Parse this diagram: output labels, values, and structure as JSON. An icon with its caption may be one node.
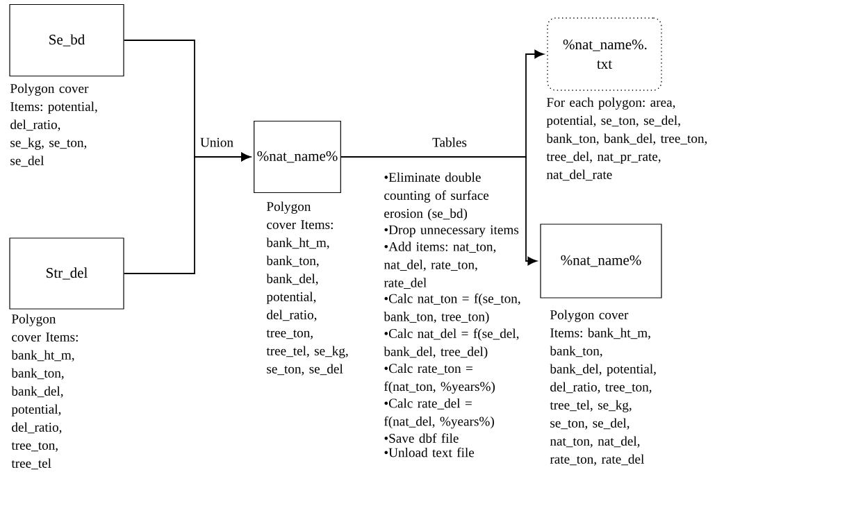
{
  "diagram": {
    "nodes": [
      {
        "text": [
          "Se_bd"
        ],
        "beside": [
          "Polygon cover Items: potential, del_ratio, se_kg, se_ton, se_del"
        ]
      },
      {
        "text": [
          "Str_del"
        ],
        "beside": [
          "Polygon cover Items: bank_ht_m, bank_ton, bank_del, potential, del_ratio, tree_ton, tree_tel"
        ]
      },
      {
        "text": [
          "%nat_name%"
        ],
        "beside": [
          "Polygon cover Items: bank_ht_m, bank_ton, bank_del, potential, del_ratio, tree_ton, tree_tel, se_kg, se_ton, se_del"
        ]
      },
      {
        "text": [
          "%nat_name%. txt"
        ],
        "beside": [
          "For each polygon: area, potential, se_ton, se_del, bank_ton, bank_del, tree_ton, tree_del, nat_pr_rate, nat_del_rate"
        ]
      },
      {
        "text": [
          "%nat_name%"
        ],
        "beside": [
          "Polygon cover Items: bank_ht_m, bank_ton, bank_del, potential, del_ratio, tree_ton, tree_tel, se_kg, se_ton, se_del, nat_ton, nat_del, rate_ton, rate_del"
        ]
      }
    ],
    "edges": [
      {
        "from": 0,
        "to": 2,
        "arrow": "to",
        "label": "Union"
      },
      {
        "from": 1,
        "to": 2,
        "arrow": "to"
      },
      {
        "from": 2,
        "to": 3,
        "arrow": "to",
        "label": "Tables"
      },
      {
        "from": 2,
        "to": 4,
        "arrow": "to"
      }
    ],
    "labels": [
      "•Eliminate double counting of surface erosion (se_bd)",
      "•Drop unnecessary items",
      "•Add items: nat_ton, nat_del, rate_ton, rate_del",
      "•Calc nat_ton = f(se_ton, bank_ton, tree_ton)",
      "•Calc nat_del = f(se_del, bank_del, tree_del)",
      "•Calc rate_ton = f(nat_ton, %years%)",
      "•Calc rate_del = f(nat_del, %years%)",
      "•Save dbf file",
      "•Unload text file"
    ]
  }
}
